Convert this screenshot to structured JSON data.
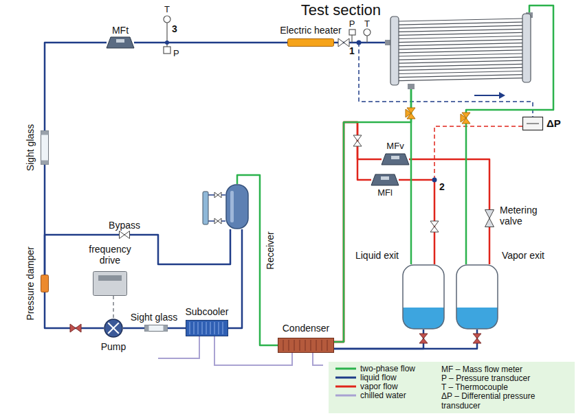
{
  "diagram": {
    "nodes": [
      {
        "text": [
          "Test section"
        ]
      },
      {
        "text": [
          "MFt"
        ]
      },
      {
        "text": [
          "Electric heater"
        ]
      },
      {
        "text": [
          "ΔP"
        ]
      },
      {
        "text": [
          "MFv"
        ]
      },
      {
        "text": [
          "MFl"
        ]
      },
      {
        "text": [
          "Metering valve"
        ]
      },
      {
        "text": [
          "Liquid exit"
        ]
      },
      {
        "text": [
          "Vapor exit"
        ]
      },
      {
        "text": [
          "Condenser"
        ]
      },
      {
        "text": [
          "Receiver"
        ]
      },
      {
        "text": [
          "Subcooler"
        ]
      },
      {
        "text": [
          "Pump"
        ]
      },
      {
        "text": [
          "frequency drive"
        ]
      },
      {
        "text": [
          "Pressure damper"
        ]
      },
      {
        "text": [
          "Sight glass"
        ]
      },
      {
        "text": [
          "Sight glass"
        ]
      },
      {
        "text": [
          "Bypass"
        ]
      }
    ],
    "edges": [
      {
        "from": 12,
        "to": 14,
        "arrow": "none"
      },
      {
        "from": 14,
        "to": 15,
        "arrow": "none"
      },
      {
        "from": 14,
        "to": 17,
        "arrow": "none"
      },
      {
        "from": 15,
        "to": 1,
        "arrow": "none"
      },
      {
        "from": 1,
        "to": 2,
        "arrow": "none"
      },
      {
        "from": 2,
        "to": 0,
        "arrow": "none"
      },
      {
        "from": 0,
        "to": 7,
        "arrow": "none"
      },
      {
        "from": 0,
        "to": 8,
        "arrow": "none"
      },
      {
        "from": 0,
        "to": 9,
        "arrow": "none"
      },
      {
        "from": 7,
        "to": 9,
        "arrow": "none"
      },
      {
        "from": 8,
        "to": 9,
        "arrow": "none"
      },
      {
        "from": 9,
        "to": 10,
        "arrow": "none"
      },
      {
        "from": 17,
        "to": 10,
        "arrow": "none"
      },
      {
        "from": 10,
        "to": 11,
        "arrow": "none"
      },
      {
        "from": 11,
        "to": 16,
        "arrow": "none"
      },
      {
        "from": 16,
        "to": 12,
        "arrow": "none"
      },
      {
        "from": 13,
        "to": 12,
        "arrow": "none"
      },
      {
        "from": 8,
        "to": 6,
        "arrow": "none"
      },
      {
        "from": 6,
        "to": 4,
        "arrow": "none"
      },
      {
        "from": 7,
        "to": 5,
        "arrow": "none"
      },
      {
        "from": 4,
        "to": 9,
        "arrow": "none"
      },
      {
        "from": 5,
        "to": 9,
        "arrow": "none"
      }
    ],
    "labels": [
      "T",
      "3",
      "P",
      "P",
      "T",
      "1",
      "2",
      "MF – Mass flow meter",
      "P – Pressure transducer",
      "T – Thermocouple",
      "ΔP – Differential pressure transducer"
    ],
    "legend": [
      {
        "text": "two-phase flow",
        "color": "#2bb24c"
      },
      {
        "text": "liquid flow",
        "color": "#1f3c88"
      },
      {
        "text": "vapor flow",
        "color": "#e0241b"
      },
      {
        "text": "chilled water",
        "color": "#a9a2d2"
      }
    ]
  }
}
